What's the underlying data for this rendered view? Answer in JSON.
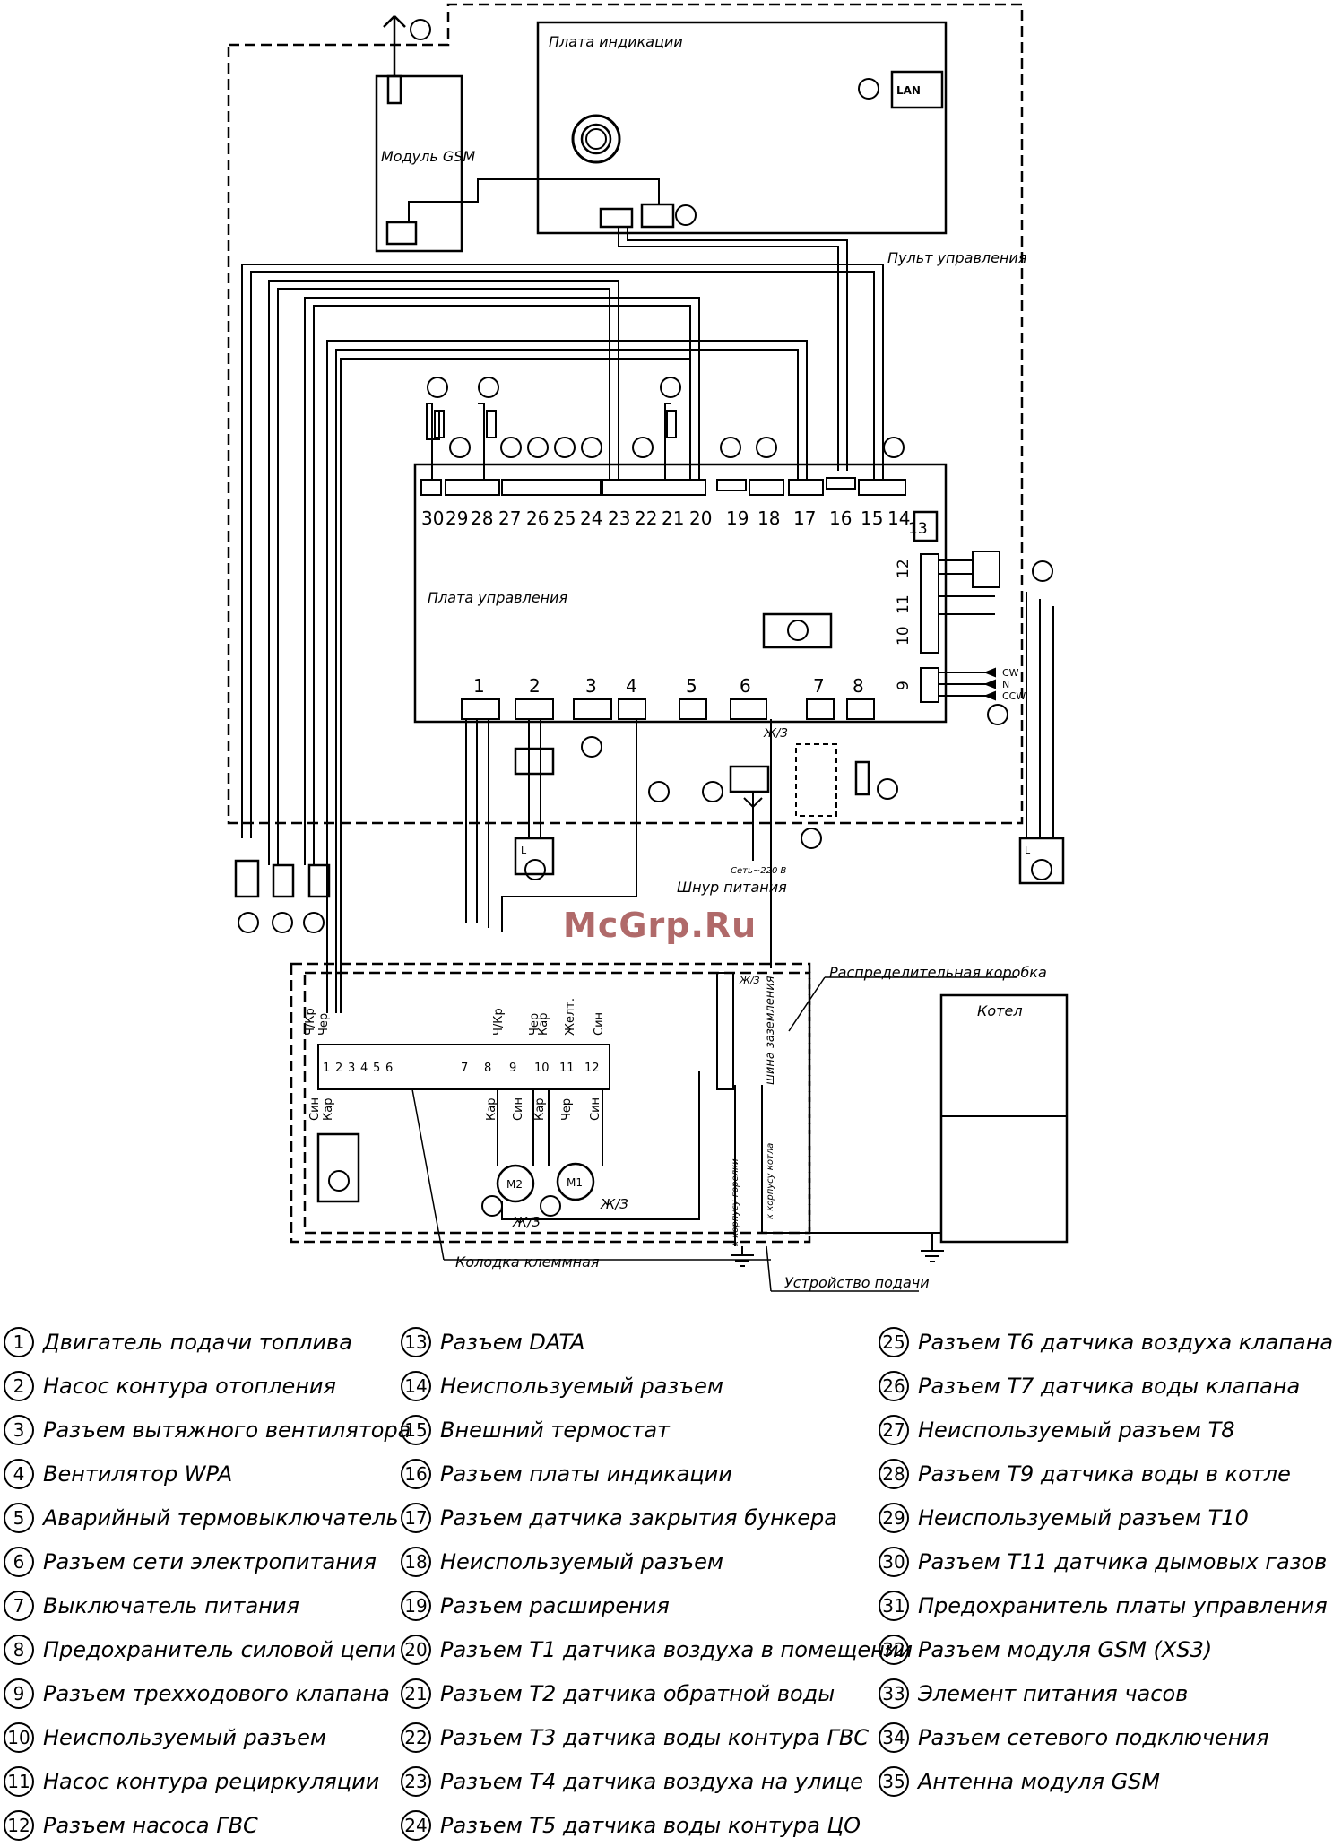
{
  "diagram": {
    "labels": {
      "indication_board": "Плата индикации",
      "gsm_module": "Модуль GSM",
      "control_panel": "Пульт управления",
      "control_board": "Плата управления",
      "lan": "LAN",
      "power_cord": "Шнур питания",
      "mains": "Сеть~220 В",
      "junction_box": "Распределительная коробка",
      "boiler": "Котел",
      "terminal_block": "Колодка клеммная",
      "feeder": "Устройство подачи",
      "ground_bus": "шина заземления",
      "to_burner": "к корпусу горелки",
      "to_boiler": "к корпусу котла",
      "yz": "Ж/З",
      "cw": "CW",
      "n": "N",
      "ccw": "CCW",
      "l": "L",
      "m1": "M1",
      "m2": "M2"
    },
    "top_connectors": [
      "30",
      "29",
      "28",
      "27",
      "26",
      "25",
      "24",
      "23",
      "22",
      "21",
      "20",
      "19",
      "18",
      "17",
      "16",
      "15",
      "14"
    ],
    "bottom_connectors": [
      "1",
      "2",
      "3",
      "4",
      "5",
      "6",
      "7",
      "8"
    ],
    "side_connectors": [
      "13",
      "12",
      "11",
      "10",
      "9"
    ],
    "terminal_numbers": [
      "1",
      "2",
      "3",
      "4",
      "5",
      "6",
      "7",
      "8",
      "9",
      "10",
      "11",
      "12"
    ],
    "wire_labels_top": [
      "Ч/Кр",
      "Чер",
      "Ч/Кр",
      "Чер",
      "Кар",
      "Желт.",
      "Син"
    ],
    "wire_labels_bottom": [
      "Син",
      "Кар",
      "Кар",
      "Син",
      "Кар",
      "Чер",
      "Син"
    ],
    "watermark": "McGrp.Ru"
  },
  "legend": {
    "col1": [
      {
        "n": "1",
        "text": "Двигатель подачи топлива"
      },
      {
        "n": "2",
        "text": "Насос контура отопления"
      },
      {
        "n": "3",
        "text": "Разъем вытяжного вентилятора"
      },
      {
        "n": "4",
        "text": "Вентилятор WPA"
      },
      {
        "n": "5",
        "text": "Аварийный термовыключатель"
      },
      {
        "n": "6",
        "text": "Разъем сети электропитания"
      },
      {
        "n": "7",
        "text": "Выключатель питания"
      },
      {
        "n": "8",
        "text": "Предохранитель силовой цепи"
      },
      {
        "n": "9",
        "text": "Разъем трехходового клапана"
      },
      {
        "n": "10",
        "text": "Неиспользуемый разъем"
      },
      {
        "n": "11",
        "text": "Насос контура рециркуляции"
      },
      {
        "n": "12",
        "text": "Разъем насоса ГВС"
      }
    ],
    "col2": [
      {
        "n": "13",
        "text": "Разъем DATA"
      },
      {
        "n": "14",
        "text": "Неиспользуемый разъем"
      },
      {
        "n": "15",
        "text": "Внешний термостат"
      },
      {
        "n": "16",
        "text": "Разъем платы индикации"
      },
      {
        "n": "17",
        "text": "Разъем датчика закрытия бункера"
      },
      {
        "n": "18",
        "text": "Неиспользуемый разъем"
      },
      {
        "n": "19",
        "text": "Разъем расширения"
      },
      {
        "n": "20",
        "text": "Разъем Т1 датчика воздуха в помещении"
      },
      {
        "n": "21",
        "text": "Разъем Т2 датчика обратной воды"
      },
      {
        "n": "22",
        "text": "Разъем Т3 датчика воды контура ГВС"
      },
      {
        "n": "23",
        "text": "Разъем Т4 датчика воздуха на улице"
      },
      {
        "n": "24",
        "text": "Разъем Т5 датчика воды контура ЦО"
      }
    ],
    "col3": [
      {
        "n": "25",
        "text": "Разъем Т6 датчика воздуха клапана"
      },
      {
        "n": "26",
        "text": "Разъем Т7 датчика воды клапана"
      },
      {
        "n": "27",
        "text": "Неиспользуемый разъем Т8"
      },
      {
        "n": "28",
        "text": "Разъем Т9 датчика воды в котле"
      },
      {
        "n": "29",
        "text": "Неиспользуемый разъем Т10"
      },
      {
        "n": "30",
        "text": "Разъем Т11 датчика дымовых газов"
      },
      {
        "n": "31",
        "text": "Предохранитель платы управления"
      },
      {
        "n": "32",
        "text": "Разъем модуля GSM (XS3)"
      },
      {
        "n": "33",
        "text": "Элемент питания часов"
      },
      {
        "n": "34",
        "text": "Разъем сетевого подключения"
      },
      {
        "n": "35",
        "text": "Антенна модуля GSM"
      }
    ]
  }
}
